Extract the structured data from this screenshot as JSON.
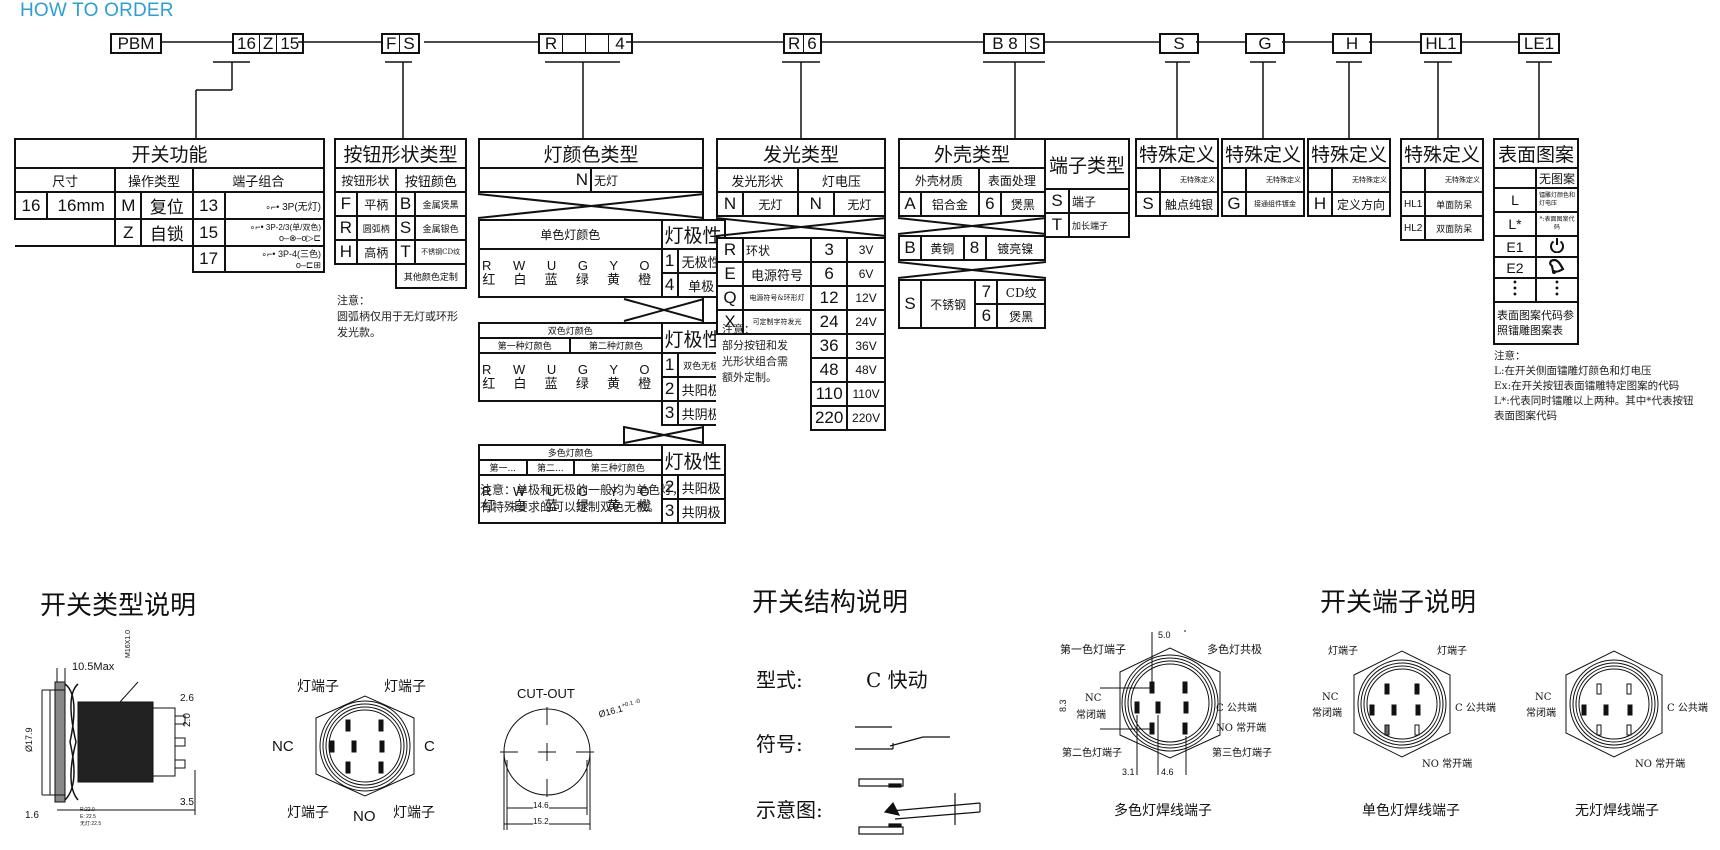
{
  "header": {
    "title": "HOW TO ORDER",
    "accent_color": "#2a9fd8"
  },
  "code_boxes": {
    "pbm": [
      "PBM"
    ],
    "size_op_term": [
      "16",
      "Z",
      "15"
    ],
    "button": [
      "F",
      "S"
    ],
    "light": [
      "R",
      "",
      "",
      "4"
    ],
    "glow": [
      "R",
      "6"
    ],
    "shell": [
      "B 8",
      "S"
    ],
    "s": [
      "S"
    ],
    "g": [
      "G"
    ],
    "h": [
      "H"
    ],
    "hl": [
      "HL1"
    ],
    "le": [
      "LE1"
    ]
  },
  "switch_function": {
    "title": "开关功能",
    "headers": [
      "尺寸",
      "操作类型",
      "端子组合"
    ],
    "size": {
      "code": "16",
      "label": "16mm"
    },
    "operation": [
      {
        "code": "M",
        "label": "复位"
      },
      {
        "code": "Z",
        "label": "自锁"
      }
    ],
    "terminals": [
      {
        "code": "13",
        "label": "3P(无灯)"
      },
      {
        "code": "15",
        "label": "3P-2/3(单/双色)"
      },
      {
        "code": "17",
        "label": "3P-4(三色)"
      }
    ],
    "nc_label": "NC",
    "no_label": "NO"
  },
  "button_shape": {
    "title": "按钮形状类型",
    "headers": [
      "按钮形状",
      "按钮颜色"
    ],
    "shapes": [
      {
        "code": "F",
        "label": "平柄"
      },
      {
        "code": "R",
        "label": "圆弧柄"
      },
      {
        "code": "H",
        "label": "高柄"
      }
    ],
    "colors": [
      {
        "code": "B",
        "label": "金属煲黑"
      },
      {
        "code": "S",
        "label": "金属银色"
      },
      {
        "code": "T",
        "label": "不锈钢CD纹"
      }
    ],
    "custom": "其他颜色定制",
    "note": "注意：\n圆弧柄仅用于无灯或环形\n发光款。"
  },
  "light_color": {
    "title": "灯颜色类型",
    "none": {
      "code": "N",
      "label": "无灯"
    },
    "single": {
      "header": "单色灯颜色",
      "polarity_header": "灯极性",
      "polarity": [
        {
          "code": "1",
          "label": "无极性"
        },
        {
          "code": "4",
          "label": "单极"
        }
      ]
    },
    "dual": {
      "header": "双色灯颜色",
      "sub": [
        "第一种灯颜色",
        "第二种灯颜色"
      ],
      "polarity_header": "灯极性",
      "polarity": [
        {
          "code": "1",
          "label": "双色无极"
        },
        {
          "code": "2",
          "label": "共阳极"
        },
        {
          "code": "3",
          "label": "共阴极"
        }
      ]
    },
    "multi": {
      "header": "多色灯颜色",
      "sub": [
        "第一...",
        "第二...",
        "第三种灯颜色"
      ],
      "polarity_header": "灯极性",
      "polarity": [
        {
          "code": "2",
          "label": "共阳极"
        },
        {
          "code": "3",
          "label": "共阴极"
        }
      ]
    },
    "codes": "R W U G Y O",
    "names": "红 白 蓝 绿 黄 橙",
    "note": "注意：单极和无极的一般均为单色灯，\n有特殊要求的可以定制双色无极。"
  },
  "glow_type": {
    "title": "发光类型",
    "headers": [
      "发光形状",
      "灯电压"
    ],
    "none": [
      {
        "code": "N",
        "label": "无灯"
      },
      {
        "code": "N",
        "label": "无灯"
      }
    ],
    "shapes": [
      {
        "code": "R",
        "label": "环状"
      },
      {
        "code": "E",
        "label": "电源符号"
      },
      {
        "code": "Q",
        "label": "电源符号&环形灯"
      },
      {
        "code": "X",
        "label": "可定制字符发光"
      }
    ],
    "voltages": [
      {
        "code": "3",
        "label": "3V"
      },
      {
        "code": "6",
        "label": "6V"
      },
      {
        "code": "12",
        "label": "12V"
      },
      {
        "code": "24",
        "label": "24V"
      },
      {
        "code": "36",
        "label": "36V"
      },
      {
        "code": "48",
        "label": "48V"
      },
      {
        "code": "110",
        "label": "110V"
      },
      {
        "code": "220",
        "label": "220V"
      }
    ],
    "note": "注意：\n部分按钮和发\n光形状组合需\n额外定制。"
  },
  "shell_type": {
    "title": "外壳类型",
    "headers": [
      "外壳材质",
      "表面处理"
    ],
    "rows": [
      {
        "code": "A",
        "label": "铝合金",
        "finish": [
          {
            "code": "6",
            "label": "煲黑"
          }
        ]
      },
      {
        "code": "B",
        "label": "黄铜",
        "finish": [
          {
            "code": "8",
            "label": "镀亮镍"
          }
        ]
      },
      {
        "code": "S",
        "label": "不锈钢",
        "finish": [
          {
            "code": "7",
            "label": "CD纹"
          },
          {
            "code": "6",
            "label": "煲黑"
          }
        ]
      }
    ]
  },
  "terminal_type": {
    "title": "端子类型",
    "rows": [
      {
        "code": "S",
        "label": "端子"
      },
      {
        "code": "T",
        "label": "加长端子"
      }
    ]
  },
  "special": [
    {
      "title": "特殊定义",
      "none": "无特殊定义",
      "rows": [
        {
          "code": "S",
          "label": "触点纯银"
        }
      ]
    },
    {
      "title": "特殊定义",
      "none": "无特殊定义",
      "rows": [
        {
          "code": "G",
          "label": "接通组件镀金"
        }
      ]
    },
    {
      "title": "特殊定义",
      "none": "无特殊定义",
      "rows": [
        {
          "code": "H",
          "label": "定义方向"
        }
      ]
    },
    {
      "title": "特殊定义",
      "none": "无特殊定义",
      "rows": [
        {
          "code": "HL1",
          "label": "单面防呆"
        },
        {
          "code": "HL2",
          "label": "双面防呆"
        }
      ]
    }
  ],
  "surface_pattern": {
    "title": "表面图案",
    "none": "无图案",
    "rows": [
      {
        "code": "L",
        "label": "镭雕灯颜色和灯电压"
      },
      {
        "code": "L*",
        "label": "*:表面图案代码"
      },
      {
        "code": "E1",
        "icon": "power-icon"
      },
      {
        "code": "E2",
        "icon": "bell-icon"
      }
    ],
    "footer": "表面图案代码参照镭雕图案表",
    "note": "注意：\nL:在开关侧面镭雕灯颜色和灯电压\nEx:在开关按钮表面镭雕特定图案的代码\nL*:代表同时镭雕以上两种。其中*代表按钮\n表面图案代码"
  },
  "switch_type_section": {
    "title": "开关类型说明",
    "dims": {
      "max_len": "10.5Max",
      "thread": "M16X1.0",
      "dia": "Ø17.9",
      "d1": "2.6",
      "d2": "2.0",
      "d3": "3.5",
      "d4": "1.6",
      "lens": [
        "R:22.0",
        "E: 22.5",
        "无灯:22.5"
      ]
    },
    "pin_labels": {
      "lamp": "灯端子",
      "nc": "NC",
      "c": "C",
      "no": "NO"
    },
    "cutout": {
      "title": "CUT-OUT",
      "dia": "Ø16.1",
      "tol": "+0.1 -0",
      "w1": "14.6",
      "w2": "15.2"
    }
  },
  "switch_structure_section": {
    "title": "开关结构说明",
    "type_label": "型式:",
    "type_value": "C  快动",
    "symbol_label": "符号:",
    "diagram_label": "示意图:"
  },
  "switch_terminal_section": {
    "title": "开关端子说明",
    "multi": {
      "caption": "多色灯焊线端子",
      "labels": [
        "第一色灯端子",
        "多色灯共极",
        "NC",
        "常闭端",
        "C  公共端",
        "NO  常开端",
        "第二色灯端子",
        "第三色灯端子"
      ],
      "dims": [
        "5.0",
        "8.3",
        "3.1",
        "4.6"
      ]
    },
    "single": {
      "caption": "单色灯焊线端子",
      "labels": [
        "灯端子",
        "灯端子",
        "NC",
        "常闭端",
        "C  公共端",
        "NO  常开端"
      ]
    },
    "none": {
      "caption": "无灯焊线端子",
      "labels": [
        "NC",
        "常闭端",
        "C  公共端",
        "NO  常开端"
      ]
    }
  }
}
